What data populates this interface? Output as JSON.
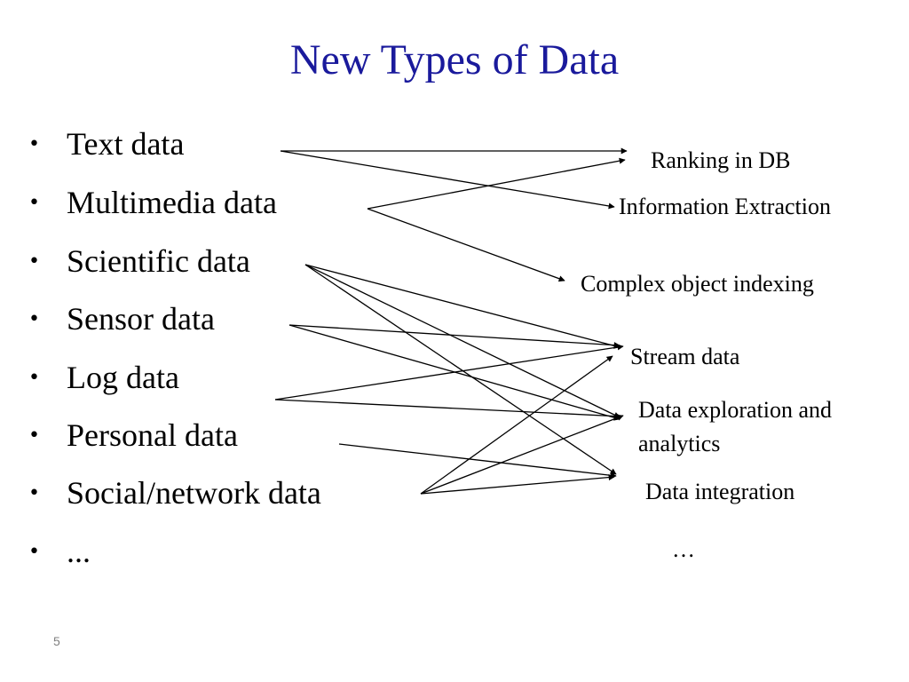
{
  "slide": {
    "title": "New Types of Data",
    "page_number": "5"
  },
  "bullets": {
    "marker": "•",
    "items": [
      "Text data",
      "Multimedia data",
      "Scientific data",
      "Sensor data",
      "Log data",
      "Personal data",
      "Social/network data",
      "..."
    ]
  },
  "targets": {
    "ranking": "Ranking in DB",
    "extraction": "Information Extraction",
    "indexing": "Complex object indexing",
    "stream": "Stream data",
    "exploration_line1": "Data exploration and",
    "exploration_line2": "analytics",
    "integration": "Data integration",
    "more": "…"
  },
  "diagram": {
    "type": "bipartite-mapping",
    "arrow_color": "#000000",
    "title_color": "#1a1a9c",
    "connections": [
      {
        "from": "Text data",
        "to": "Ranking in DB"
      },
      {
        "from": "Text data",
        "to": "Information Extraction"
      },
      {
        "from": "Multimedia data",
        "to": "Ranking in DB"
      },
      {
        "from": "Multimedia data",
        "to": "Complex object indexing"
      },
      {
        "from": "Scientific data",
        "to": "Stream data"
      },
      {
        "from": "Scientific data",
        "to": "Data exploration and analytics"
      },
      {
        "from": "Scientific data",
        "to": "Data integration"
      },
      {
        "from": "Sensor data",
        "to": "Stream data"
      },
      {
        "from": "Sensor data",
        "to": "Data exploration and analytics"
      },
      {
        "from": "Log data",
        "to": "Stream data"
      },
      {
        "from": "Log data",
        "to": "Data exploration and analytics"
      },
      {
        "from": "Personal data",
        "to": "Data integration"
      },
      {
        "from": "Social/network data",
        "to": "Stream data"
      },
      {
        "from": "Social/network data",
        "to": "Data exploration and analytics"
      },
      {
        "from": "Social/network data",
        "to": "Data integration"
      }
    ]
  }
}
